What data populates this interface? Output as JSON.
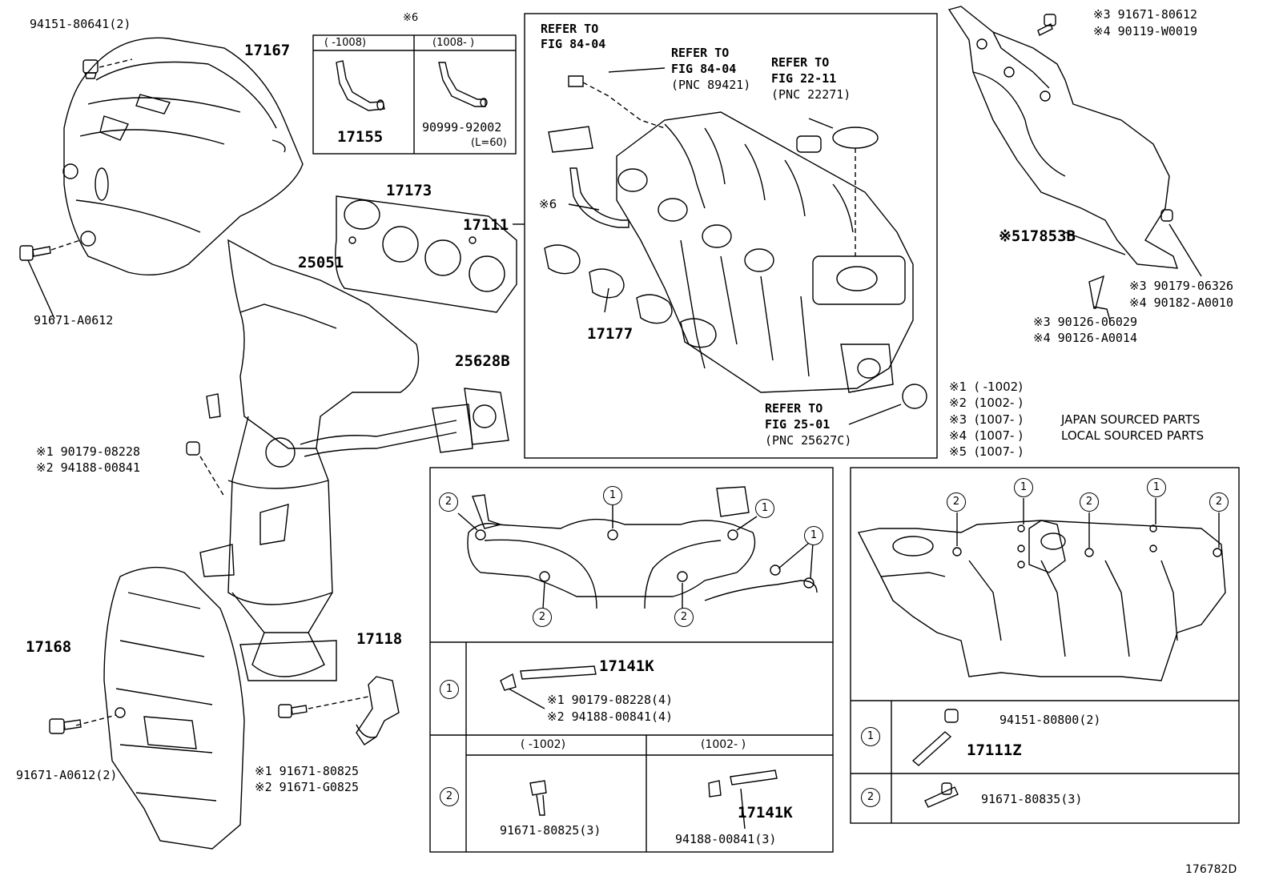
{
  "diagram_id": "176782D",
  "parts": {
    "p_94151_80641": "94151-80641(2)",
    "p_17167": "17167",
    "p_91671_a0612": "91671-A0612",
    "p_17173": "17173",
    "p_25051": "25051",
    "p_25628b": "25628B",
    "p_s1_90179_08228": "※1 90179-08228",
    "p_s2_94188_00841": "※2 94188-00841",
    "p_17168": "17168",
    "p_91671_a0612_2": "91671-A0612(2)",
    "p_17118": "17118",
    "p_s1_91671_80825": "※1 91671-80825",
    "p_s2_91671_g0825": "※2 91671-G0825",
    "p_17111": "17111",
    "p_s6_hose": "※6",
    "p_17177": "17177",
    "p_s3_91671_80612": "※3 91671-80612",
    "p_s4_90119_w0019": "※4 90119-W0019",
    "p_s5_17853b": "※517853B",
    "p_s3_90179_06326": "※3 90179-06326",
    "p_s4_90182_a0010": "※4 90182-A0010",
    "p_s3_90126_06029": "※3 90126-06029",
    "p_s4_90126_a0014": "※4 90126-A0014"
  },
  "hose_box": {
    "header": "※6",
    "col1_range": "(     -1008)",
    "col2_range": "(1008-      )",
    "col1_part": "17155",
    "col2_part": "90999-92002",
    "col2_len": "(L=60)"
  },
  "intake_refs": {
    "r1_line1": "REFER TO",
    "r1_line2": "FIG 84-04",
    "r2_line1": "REFER TO",
    "r2_line2": "FIG 84-04",
    "r2_line3": "(PNC 89421)",
    "r3_line1": "REFER TO",
    "r3_line2": "FIG 22-11",
    "r3_line3": "(PNC 22271)",
    "r4_line1": "REFER TO",
    "r4_line2": "FIG 25-01",
    "r4_line3": "(PNC 25627C)"
  },
  "legend": [
    {
      "mark": "※1",
      "range": "(      -1002)",
      "desc": ""
    },
    {
      "mark": "※2",
      "range": "(1002-      )",
      "desc": ""
    },
    {
      "mark": "※3",
      "range": "(1007-      )",
      "desc": "JAPAN SOURCED PARTS"
    },
    {
      "mark": "※4",
      "range": "(1007-      )",
      "desc": "LOCAL SOURCED PARTS"
    },
    {
      "mark": "※5",
      "range": "(1007-      )",
      "desc": ""
    }
  ],
  "exhaust_box": {
    "callout_1": "1",
    "callout_2": "2",
    "row1_stud": "17141K",
    "row1_nut1": "※1  90179-08228(4)",
    "row1_nut2": "※2  94188-00841(4)",
    "row2_col1_range": "(     -1002)",
    "row2_col2_range": "(1002-      )",
    "row2_col1_part": "91671-80825(3)",
    "row2_col2_part": "94188-00841(3)",
    "row2_col2_stud": "17141K"
  },
  "intake_box": {
    "callout_1": "1",
    "callout_2": "2",
    "row1_nut": "94151-80800(2)",
    "row1_stud": "17111Z",
    "row2_bolt": "91671-80835(3)"
  }
}
